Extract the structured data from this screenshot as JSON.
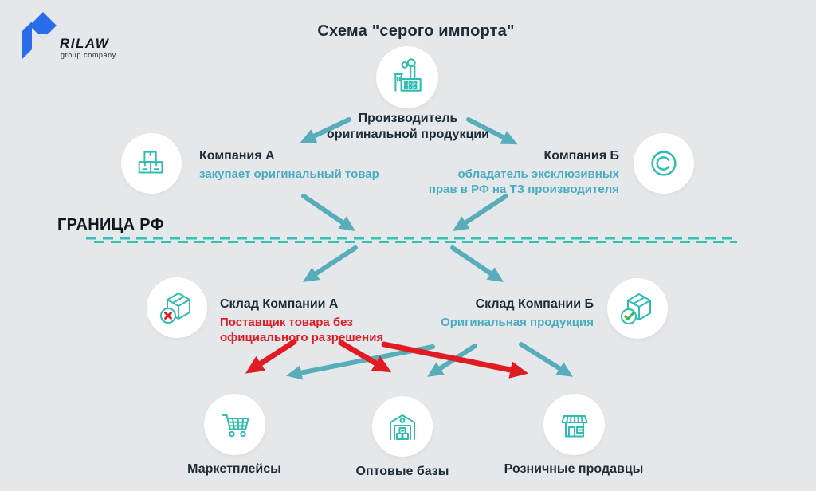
{
  "colors": {
    "background": "#e5e8ea",
    "teal_arrow": "#58adbb",
    "teal_icon": "#2fbcb2",
    "teal_line": "#37c0b2",
    "teal_text": "#4aacbe",
    "red": "#e01b24",
    "green": "#3ab54a",
    "dark": "#1f2b35",
    "blue_logo": "#2a6bea",
    "white": "#ffffff"
  },
  "logo": {
    "brand": "RILAW",
    "tagline": "group company"
  },
  "title": "Схема \"серого импорта\"",
  "border": {
    "label": "ГРАНИЦА РФ"
  },
  "nodes": {
    "producer": {
      "icon": "factory-icon",
      "label_line1": "Производитель",
      "label_line2": "оригинальной продукции"
    },
    "company_a": {
      "icon": "boxes-icon",
      "title": "Компания А",
      "subtitle": "закупает оригинальный товар"
    },
    "company_b": {
      "icon": "copyright-icon",
      "title": "Компания Б",
      "subtitle_line1": "обладатель эксклюзивных",
      "subtitle_line2": "прав в РФ на ТЗ производителя"
    },
    "warehouse_a": {
      "icon": "box-x-icon",
      "title": "Склад Компании А",
      "subtitle_line1": "Поставщик товара без",
      "subtitle_line2": "официального разрешения"
    },
    "warehouse_b": {
      "icon": "box-check-icon",
      "title": "Склад Компании Б",
      "subtitle": "Оригинальная продукция"
    },
    "marketplaces": {
      "icon": "cart-icon",
      "label": "Маркетплейсы"
    },
    "wholesale": {
      "icon": "warehouse-icon",
      "label": "Оптовые базы"
    },
    "retail": {
      "icon": "store-icon",
      "label": "Розничные продавцы"
    }
  },
  "flows": [
    {
      "from": "Производитель оригинальной продукции",
      "to": "Компания А",
      "style": "teal"
    },
    {
      "from": "Производитель оригинальной продукции",
      "to": "Компания Б",
      "style": "teal"
    },
    {
      "from": "Компания А",
      "to": "ГРАНИЦА РФ",
      "style": "teal"
    },
    {
      "from": "Компания Б",
      "to": "ГРАНИЦА РФ",
      "style": "teal"
    },
    {
      "from": "ГРАНИЦА РФ",
      "to": "Склад Компании А",
      "style": "teal"
    },
    {
      "from": "ГРАНИЦА РФ",
      "to": "Склад Компании Б",
      "style": "teal"
    },
    {
      "from": "Склад Компании А",
      "to": "Маркетплейсы",
      "style": "red"
    },
    {
      "from": "Склад Компании А",
      "to": "Оптовые базы",
      "style": "red"
    },
    {
      "from": "Склад Компании А",
      "to": "Розничные продавцы",
      "style": "red"
    },
    {
      "from": "Склад Компании Б",
      "to": "Маркетплейсы",
      "style": "teal"
    },
    {
      "from": "Склад Компании Б",
      "to": "Оптовые базы",
      "style": "teal"
    },
    {
      "from": "Склад Компании Б",
      "to": "Розничные продавцы",
      "style": "teal"
    }
  ]
}
